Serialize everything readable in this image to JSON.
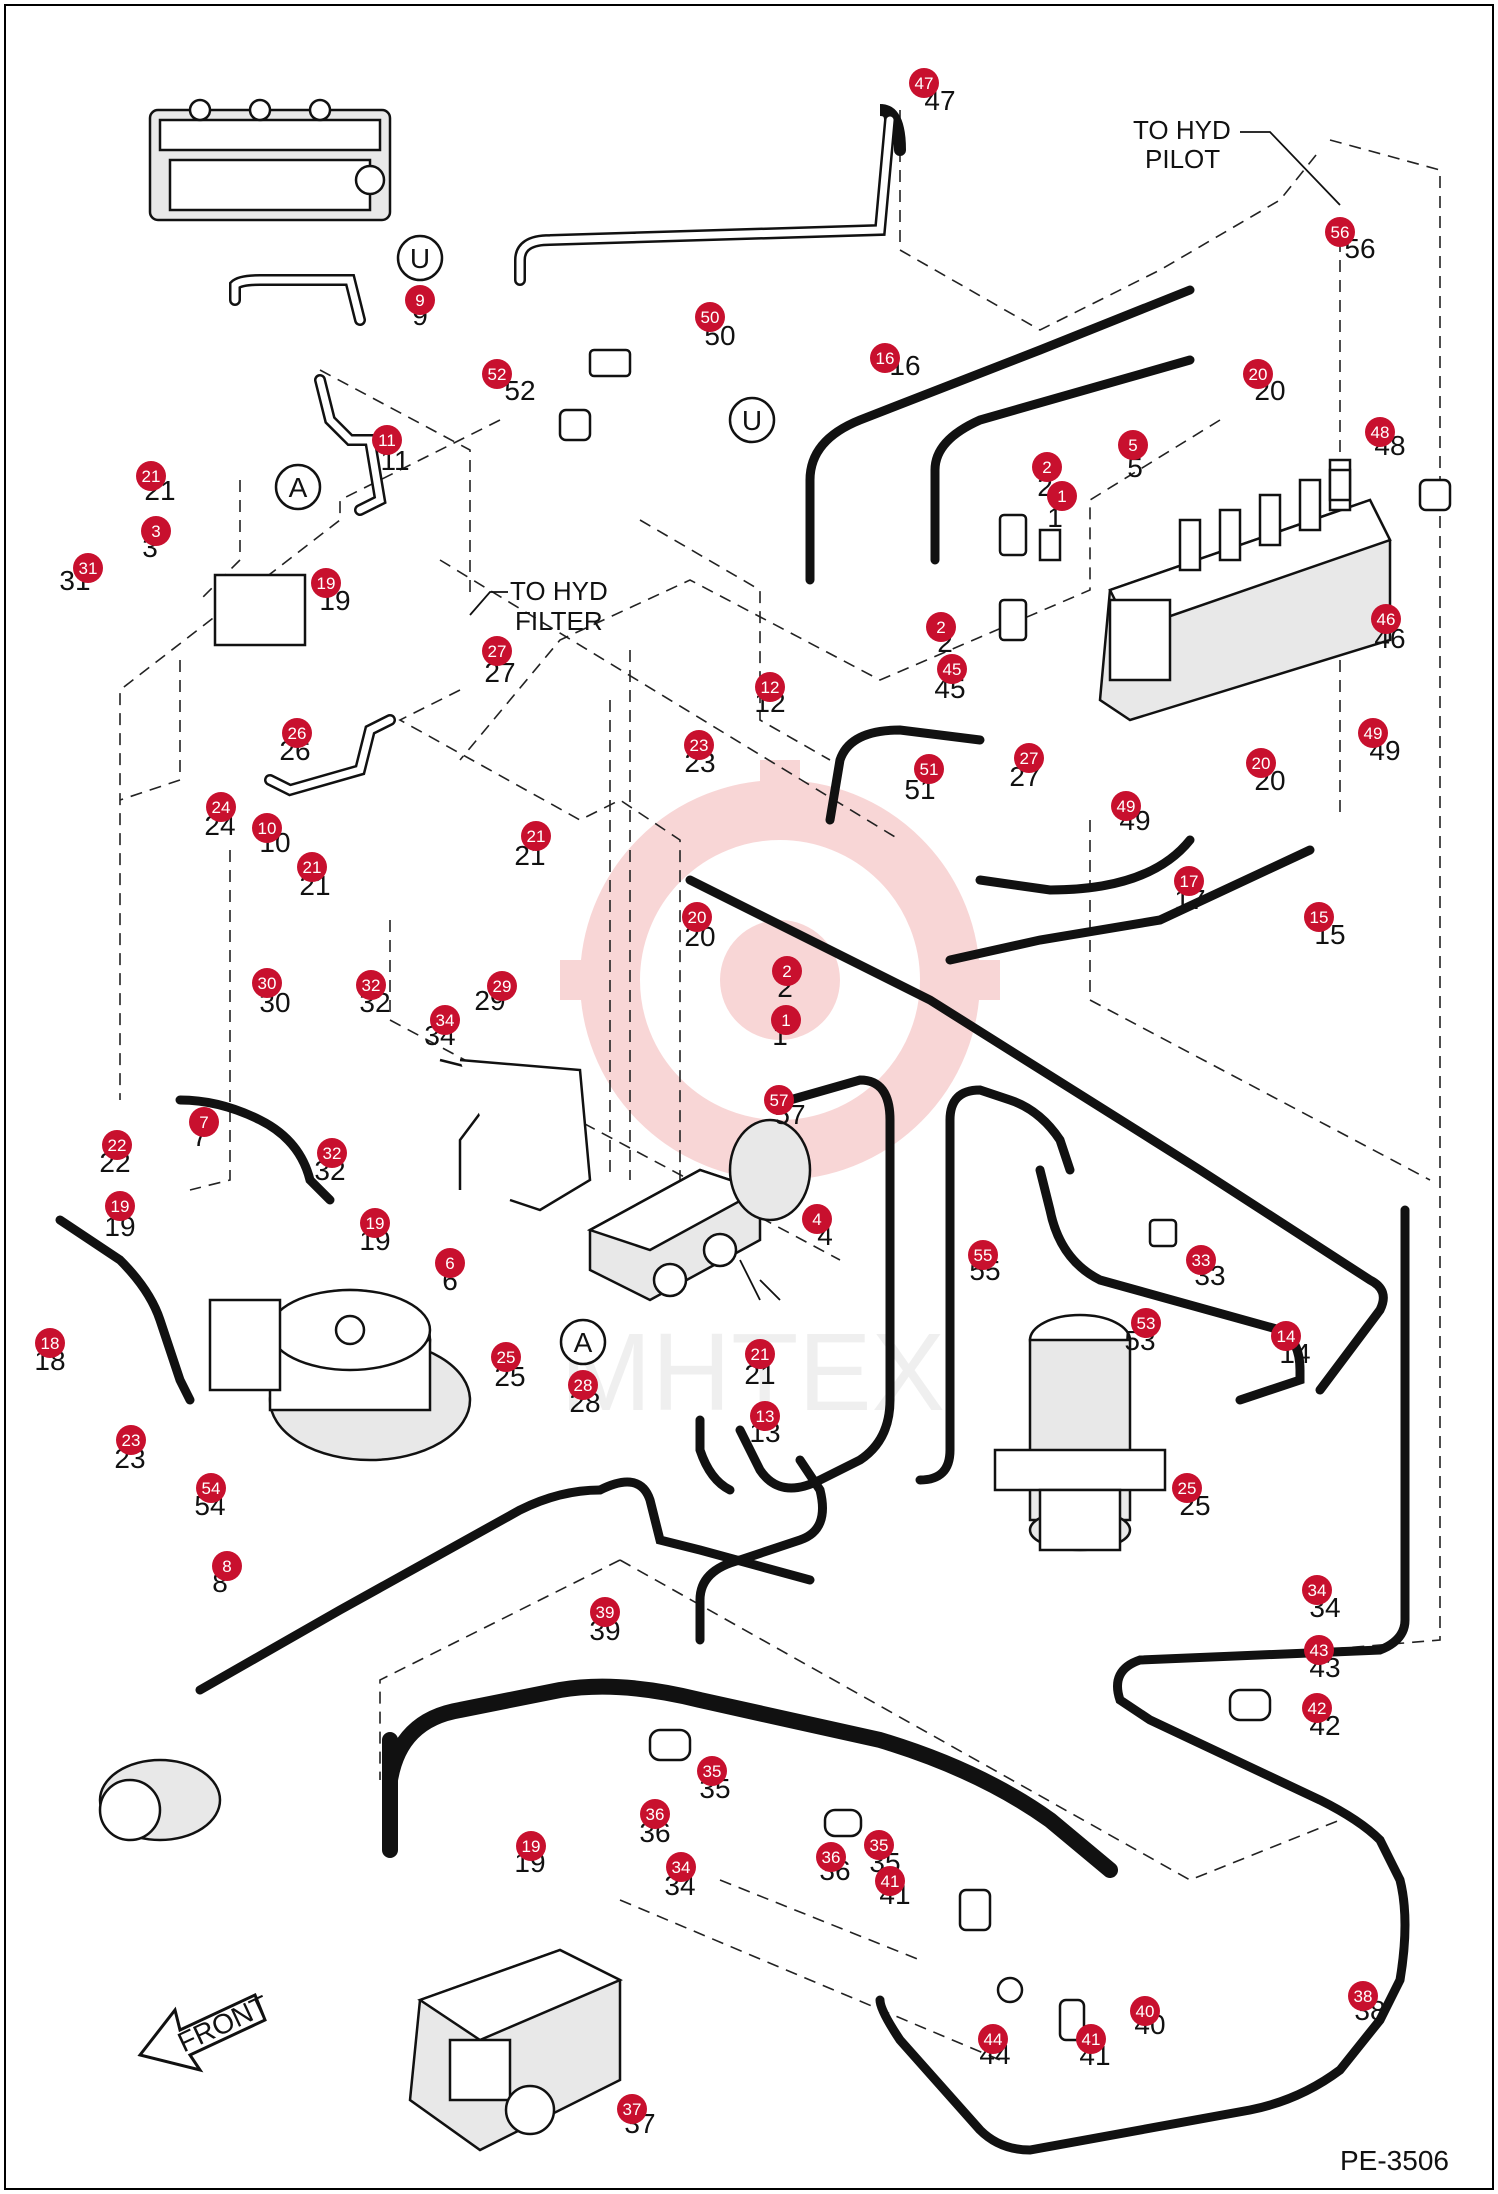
{
  "diagram": {
    "code": "PE-3506",
    "notes": {
      "pilot_line1": "TO HYD",
      "pilot_line2": "PILOT",
      "filter_line1": "TO HYD",
      "filter_line2": "FILTER",
      "front": "FRONT"
    },
    "ref_markers": [
      "U",
      "U",
      "A",
      "A"
    ],
    "watermark": "MHTEX",
    "colors": {
      "callout": "#c8102e",
      "watermark": "#f3b5b5",
      "line": "#111111"
    },
    "callouts": [
      {
        "n": "47",
        "label": "47"
      },
      {
        "n": "9",
        "label": "9"
      },
      {
        "n": "50",
        "label": "50"
      },
      {
        "n": "52",
        "label": "52"
      },
      {
        "n": "16",
        "label": "16"
      },
      {
        "n": "56",
        "label": "56"
      },
      {
        "n": "20",
        "label": "20"
      },
      {
        "n": "11",
        "label": "11"
      },
      {
        "n": "5",
        "label": "5"
      },
      {
        "n": "48",
        "label": "48"
      },
      {
        "n": "21",
        "label": "21"
      },
      {
        "n": "2",
        "label": "2"
      },
      {
        "n": "3",
        "label": "3"
      },
      {
        "n": "1",
        "label": "1"
      },
      {
        "n": "31",
        "label": "31"
      },
      {
        "n": "19",
        "label": "19"
      },
      {
        "n": "46",
        "label": "46"
      },
      {
        "n": "27",
        "label": "27"
      },
      {
        "n": "2",
        "label": "2"
      },
      {
        "n": "45",
        "label": "45"
      },
      {
        "n": "26",
        "label": "26"
      },
      {
        "n": "12",
        "label": "12"
      },
      {
        "n": "49",
        "label": "49"
      },
      {
        "n": "23",
        "label": "23"
      },
      {
        "n": "27",
        "label": "27"
      },
      {
        "n": "20",
        "label": "20"
      },
      {
        "n": "24",
        "label": "24"
      },
      {
        "n": "51",
        "label": "51"
      },
      {
        "n": "49",
        "label": "49"
      },
      {
        "n": "10",
        "label": "10"
      },
      {
        "n": "21",
        "label": "21"
      },
      {
        "n": "21",
        "label": "21"
      },
      {
        "n": "17",
        "label": "17"
      },
      {
        "n": "15",
        "label": "15"
      },
      {
        "n": "20",
        "label": "20"
      },
      {
        "n": "2",
        "label": "2"
      },
      {
        "n": "30",
        "label": "30"
      },
      {
        "n": "32",
        "label": "32"
      },
      {
        "n": "29",
        "label": "29"
      },
      {
        "n": "34",
        "label": "34"
      },
      {
        "n": "1",
        "label": "1"
      },
      {
        "n": "57",
        "label": "57"
      },
      {
        "n": "7",
        "label": "7"
      },
      {
        "n": "22",
        "label": "22"
      },
      {
        "n": "32",
        "label": "32"
      },
      {
        "n": "19",
        "label": "19"
      },
      {
        "n": "19",
        "label": "19"
      },
      {
        "n": "4",
        "label": "4"
      },
      {
        "n": "55",
        "label": "55"
      },
      {
        "n": "33",
        "label": "33"
      },
      {
        "n": "6",
        "label": "6"
      },
      {
        "n": "53",
        "label": "53"
      },
      {
        "n": "18",
        "label": "18"
      },
      {
        "n": "25",
        "label": "25"
      },
      {
        "n": "21",
        "label": "21"
      },
      {
        "n": "14",
        "label": "14"
      },
      {
        "n": "28",
        "label": "28"
      },
      {
        "n": "13",
        "label": "13"
      },
      {
        "n": "23",
        "label": "23"
      },
      {
        "n": "54",
        "label": "54"
      },
      {
        "n": "25",
        "label": "25"
      },
      {
        "n": "8",
        "label": "8"
      },
      {
        "n": "34",
        "label": "34"
      },
      {
        "n": "39",
        "label": "39"
      },
      {
        "n": "43",
        "label": "43"
      },
      {
        "n": "42",
        "label": "42"
      },
      {
        "n": "35",
        "label": "35"
      },
      {
        "n": "36",
        "label": "36"
      },
      {
        "n": "35",
        "label": "35"
      },
      {
        "n": "19",
        "label": "19"
      },
      {
        "n": "34",
        "label": "34"
      },
      {
        "n": "36",
        "label": "36"
      },
      {
        "n": "41",
        "label": "41"
      },
      {
        "n": "38",
        "label": "38"
      },
      {
        "n": "40",
        "label": "40"
      },
      {
        "n": "44",
        "label": "44"
      },
      {
        "n": "41",
        "label": "41"
      },
      {
        "n": "37",
        "label": "37"
      }
    ]
  }
}
